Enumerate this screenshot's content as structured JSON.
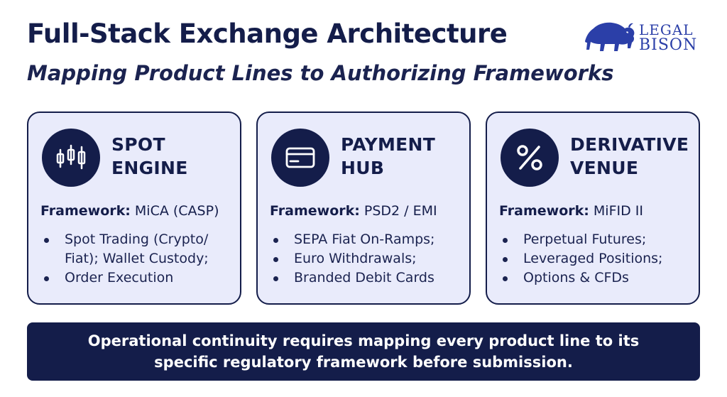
{
  "header": {
    "title": "Full-Stack Exchange Architecture",
    "subtitle": "Mapping Product Lines to Authorizing Frameworks"
  },
  "logo": {
    "line1": "LEGAL",
    "line2": "BISON",
    "icon": "bison-icon",
    "color": "#2b3fa8"
  },
  "cards": [
    {
      "icon": "candlestick-chart-icon",
      "title_line1": "SPOT",
      "title_line2": "ENGINE",
      "framework_label": "Framework:",
      "framework_value": "MiCA (CASP)",
      "bullets": [
        [
          "Spot Trading (Crypto/",
          "Fiat); Wallet Custody;"
        ],
        [
          "Order Execution"
        ]
      ]
    },
    {
      "icon": "credit-card-icon",
      "title_line1": "PAYMENT",
      "title_line2": "HUB",
      "framework_label": "Framework:",
      "framework_value": "PSD2 / EMI",
      "bullets": [
        [
          "SEPA Fiat On-Ramps;"
        ],
        [
          "Euro Withdrawals;"
        ],
        [
          "Branded Debit Cards"
        ]
      ]
    },
    {
      "icon": "percent-icon",
      "title_line1": "DERIVATIVE",
      "title_line2": "VENUE",
      "framework_label": "Framework:",
      "framework_value": "MiFID II",
      "bullets": [
        [
          "Perpetual Futures;"
        ],
        [
          "Leveraged Positions;"
        ],
        [
          "Options & CFDs"
        ]
      ]
    }
  ],
  "banner": {
    "line1": "Operational continuity requires mapping every product line to its",
    "line2": "specific regulatory framework before submission."
  },
  "colors": {
    "navy": "#141d4a",
    "card_background": "#e9ebfb",
    "logo_blue": "#2b3fa8"
  }
}
